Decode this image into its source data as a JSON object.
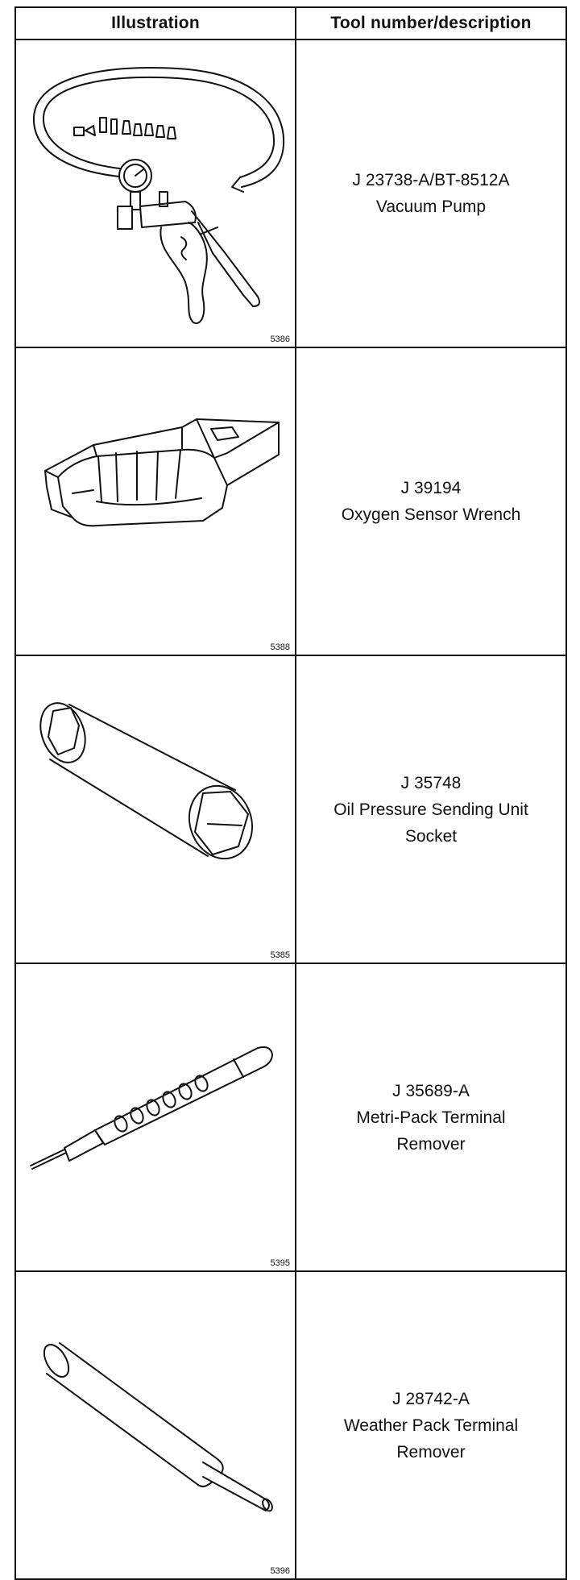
{
  "table": {
    "header": {
      "illustration": "Illustration",
      "tool": "Tool number/description"
    },
    "rows": [
      {
        "fig_num": "5386",
        "lines": [
          "J 23738-A/BT-8512A",
          "Vacuum Pump"
        ],
        "icon": "vacuum-pump-icon"
      },
      {
        "fig_num": "5388",
        "lines": [
          "J 39194",
          "Oxygen Sensor Wrench"
        ],
        "icon": "oxygen-sensor-wrench-icon"
      },
      {
        "fig_num": "5385",
        "lines": [
          "J 35748",
          "Oil Pressure Sending Unit",
          "Socket"
        ],
        "icon": "oil-pressure-socket-icon"
      },
      {
        "fig_num": "5395",
        "lines": [
          "J 35689-A",
          "Metri-Pack Terminal",
          "Remover"
        ],
        "icon": "metri-pack-remover-icon"
      },
      {
        "fig_num": "5396",
        "lines": [
          "J 28742-A",
          "Weather Pack Terminal",
          "Remover"
        ],
        "icon": "weather-pack-remover-icon"
      }
    ]
  }
}
